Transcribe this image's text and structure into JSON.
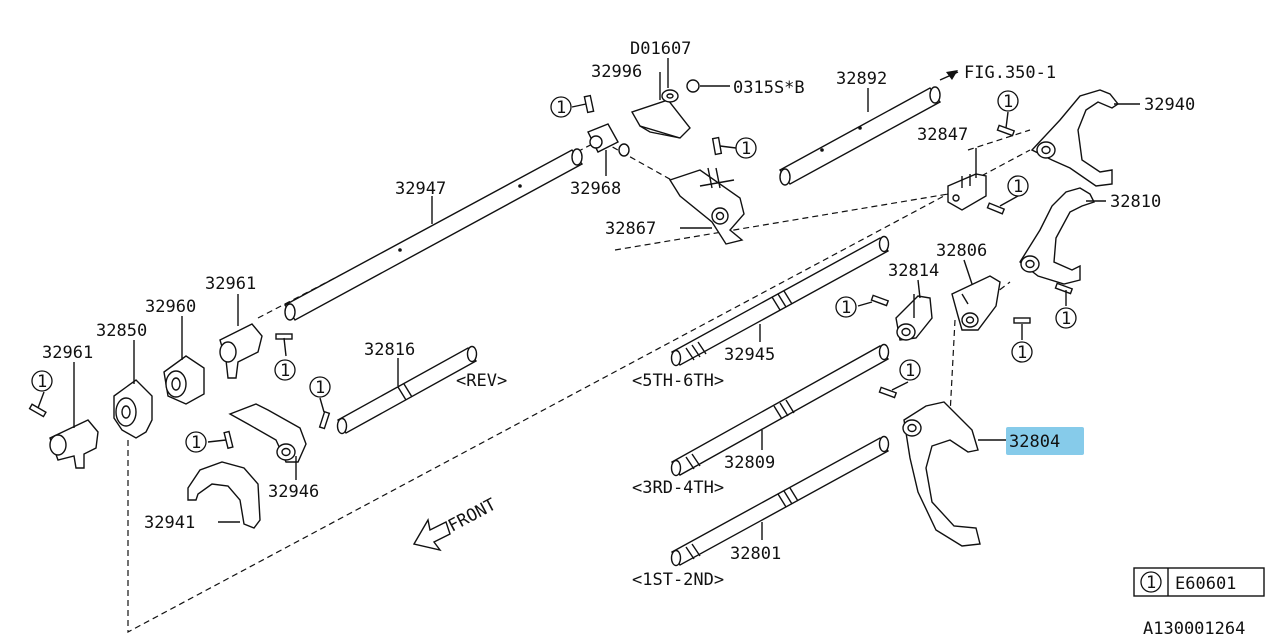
{
  "callouts": {
    "d01607": "D01607",
    "p32996": "32996",
    "p0315s": "0315S*B",
    "p32892": "32892",
    "fig": "FIG.350-1",
    "p32940": "32940",
    "p32847": "32847",
    "p32947": "32947",
    "p32968": "32968",
    "p32867": "32867",
    "p32810": "32810",
    "p32806": "32806",
    "p32814": "32814",
    "p32961a": "32961",
    "p32960": "32960",
    "p32850": "32850",
    "p32961b": "32961",
    "p32816": "32816",
    "rev": "<REV>",
    "p32945": "32945",
    "g56": "<5TH-6TH>",
    "p32809": "32809",
    "g34": "<3RD-4TH>",
    "p32804": "32804",
    "p32946": "32946",
    "p32941": "32941",
    "p32801": "32801",
    "g12": "<1ST-2ND>",
    "front": "FRONT"
  },
  "reference_marker": "1",
  "legend": {
    "marker": "1",
    "code": "E60601"
  },
  "footer_code": "A130001264",
  "highlight_color": "#86cbea"
}
